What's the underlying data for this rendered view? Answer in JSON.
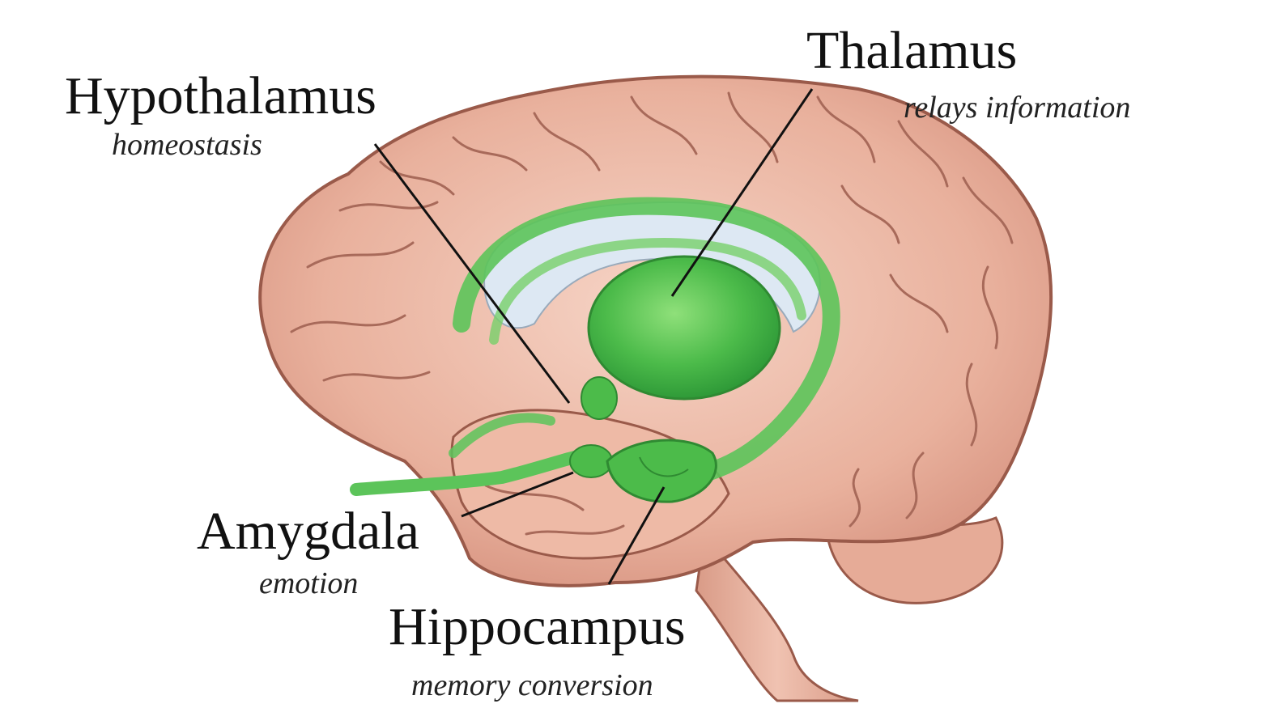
{
  "diagram": {
    "type": "labeled-anatomy-illustration",
    "labels": {
      "hypothalamus": {
        "name": "Hypothalamus",
        "function": "homeostasis"
      },
      "thalamus": {
        "name": "Thalamus",
        "function": "relays information"
      },
      "amygdala": {
        "name": "Amygdala",
        "function": "emotion"
      },
      "hippocampus": {
        "name": "Hippocampus",
        "function": "memory conversion"
      }
    }
  },
  "colors": {
    "cortex": "#e9b19d",
    "cortex_outline": "#9a5a4a",
    "sulci": "#a86a5a",
    "limbic": "#5cc45a",
    "limbic_dark": "#2f9a38",
    "ventricle": "#dde8f3",
    "leader_line": "#111111"
  }
}
